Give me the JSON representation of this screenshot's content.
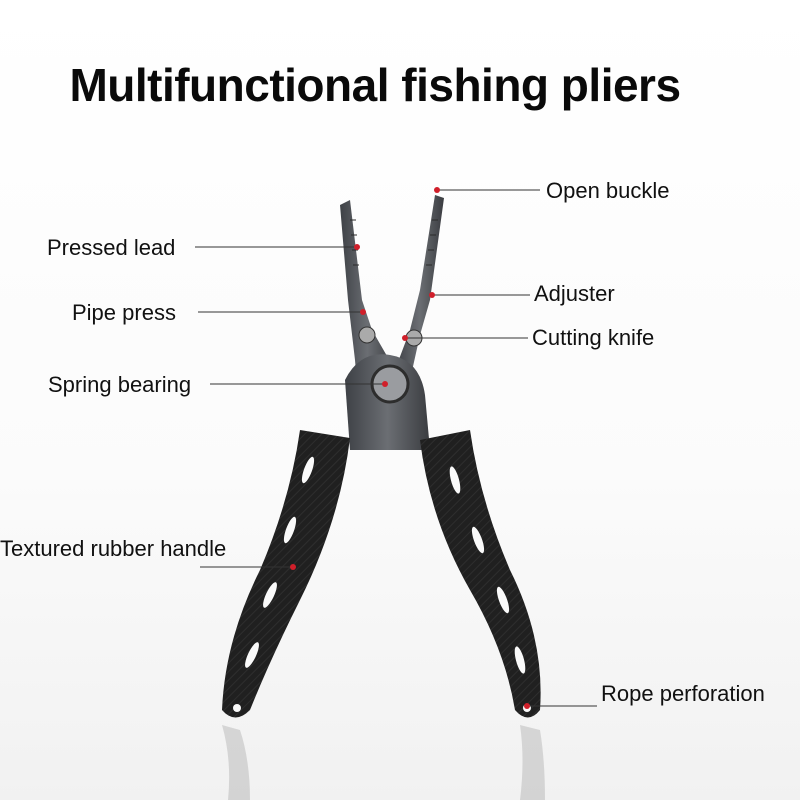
{
  "title": "Multifunctional fishing pliers",
  "labels": {
    "open_buckle": "Open buckle",
    "pressed_lead": "Pressed lead",
    "pipe_press": "Pipe press",
    "adjuster": "Adjuster",
    "cutting_knife": "Cutting knife",
    "spring_bearing": "Spring bearing",
    "handle": "Textured rubber handle",
    "rope": "Rope perforation"
  },
  "colors": {
    "dot": "#d01f2a",
    "line": "#333333",
    "handle": "#1c1c1c",
    "metal": "#5a5d62"
  }
}
